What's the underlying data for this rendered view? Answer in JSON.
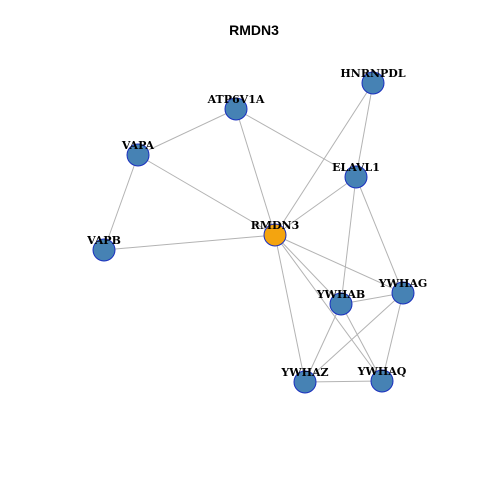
{
  "title": "RMDN3",
  "colors": {
    "hub": "#f4a40f",
    "node": "#4682b4",
    "stroke": "#1a2fbf",
    "edge": "#b3b3b3"
  },
  "nodes": [
    {
      "id": "RMDN3",
      "label": "RMDN3",
      "hub": true
    },
    {
      "id": "ATP6V1A",
      "label": "ATP6V1A"
    },
    {
      "id": "VAPA",
      "label": "VAPA"
    },
    {
      "id": "VAPB",
      "label": "VAPB"
    },
    {
      "id": "HNRNPDL",
      "label": "HNRNPDL"
    },
    {
      "id": "ELAVL1",
      "label": "ELAVL1"
    },
    {
      "id": "YWHAG",
      "label": "YWHAG"
    },
    {
      "id": "YWHAB",
      "label": "YWHAB"
    },
    {
      "id": "YWHAZ",
      "label": "YWHAZ"
    },
    {
      "id": "YWHAQ",
      "label": "YWHAQ"
    }
  ],
  "edges": [
    [
      "VAPA",
      "ATP6V1A"
    ],
    [
      "ATP6V1A",
      "RMDN3"
    ],
    [
      "ATP6V1A",
      "ELAVL1"
    ],
    [
      "VAPA",
      "RMDN3"
    ],
    [
      "VAPA",
      "VAPB"
    ],
    [
      "VAPB",
      "RMDN3"
    ],
    [
      "HNRNPDL",
      "RMDN3"
    ],
    [
      "HNRNPDL",
      "ELAVL1"
    ],
    [
      "ELAVL1",
      "RMDN3"
    ],
    [
      "ELAVL1",
      "YWHAB"
    ],
    [
      "ELAVL1",
      "YWHAG"
    ],
    [
      "RMDN3",
      "YWHAG"
    ],
    [
      "RMDN3",
      "YWHAB"
    ],
    [
      "RMDN3",
      "YWHAZ"
    ],
    [
      "RMDN3",
      "YWHAQ"
    ],
    [
      "YWHAB",
      "YWHAG"
    ],
    [
      "YWHAB",
      "YWHAZ"
    ],
    [
      "YWHAB",
      "YWHAQ"
    ],
    [
      "YWHAG",
      "YWHAZ"
    ],
    [
      "YWHAG",
      "YWHAQ"
    ],
    [
      "YWHAZ",
      "YWHAQ"
    ]
  ]
}
